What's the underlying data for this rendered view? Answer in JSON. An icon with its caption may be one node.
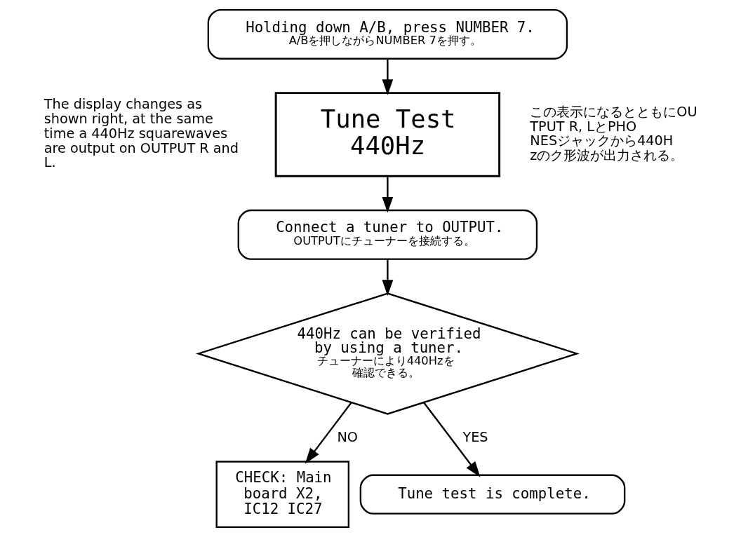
{
  "diagram": {
    "nodes": [
      {
        "text": [
          "Holding down A/B, press NUMBER 7.",
          "A/Bを押しながらNUMBER 7を押す。"
        ]
      },
      {
        "text": [
          "Tune Test",
          "440Hz"
        ],
        "beside": [
          "The display changes as shown right, at the same time a 440Hz squarewaves are output on OUTPUT R and L.",
          "この表示になるとともにOUTPUT R, LとPHONESジャックから440Hzのク形波が出力される。"
        ]
      },
      {
        "text": [
          "Connect a tuner to OUTPUT.",
          "OUTPUTにチューナーを接続する。"
        ]
      },
      {
        "text": [
          "440Hz can be verified by using a tuner.",
          "チューナーにより440Hzを確認できる。"
        ]
      },
      {
        "text": [
          "CHECK: Main board X2, IC12 IC27"
        ]
      },
      {
        "text": [
          "Tune test is complete."
        ]
      }
    ],
    "edges": [
      {
        "from": 0,
        "to": 1,
        "arrow": "to"
      },
      {
        "from": 1,
        "to": 2,
        "arrow": "to"
      },
      {
        "from": 2,
        "to": 3,
        "arrow": "to"
      },
      {
        "from": 3,
        "to": 4,
        "arrow": "to",
        "label": "NO"
      },
      {
        "from": 3,
        "to": 5,
        "arrow": "to",
        "label": "YES"
      }
    ]
  }
}
